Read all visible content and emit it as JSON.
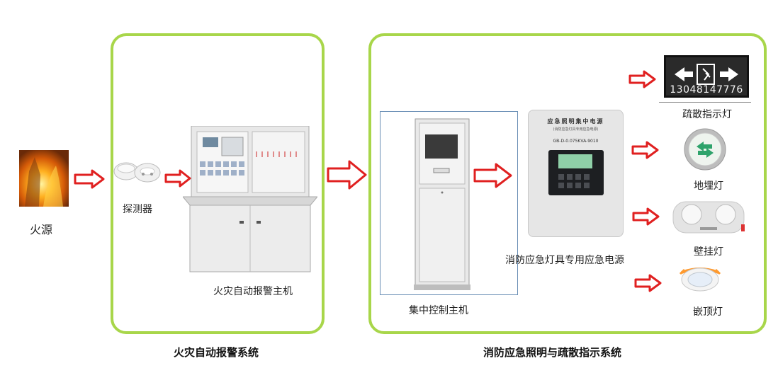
{
  "nodes": {
    "fire_source": "火源",
    "detector": "探测器",
    "fire_alarm_host": "火灾自动报警主机",
    "central_control_host": "集中控制主机",
    "emergency_power": "消防应急灯具专用应急电源",
    "evacuation_sign": "疏散指示灯",
    "ground_light": "地埋灯",
    "wall_light": "壁挂灯",
    "recessed_light": "嵌顶灯"
  },
  "groups": {
    "fire_alarm_system": "火灾自动报警系统",
    "emergency_lighting_system": "消防应急照明与疏散指示系统"
  },
  "device_text": {
    "power_header_line1": "应急照明集中电源",
    "power_header_line2": "(消防应急灯具专用应急电源)",
    "power_model": "GB-D-0.075KVA-9010",
    "sign_overlay_number": "13048147776"
  },
  "colors": {
    "group_border": "#a8d64a",
    "arrow_red": "#e02020",
    "panel_gray": "#e6e6e6"
  },
  "icons": [
    "fire-photo",
    "smoke-detector-icon",
    "alarm-console-icon",
    "control-cabinet-icon",
    "power-supply-icon",
    "exit-sign-icon",
    "ground-light-icon",
    "wall-light-icon",
    "downlight-icon",
    "arrow-right-icon"
  ]
}
